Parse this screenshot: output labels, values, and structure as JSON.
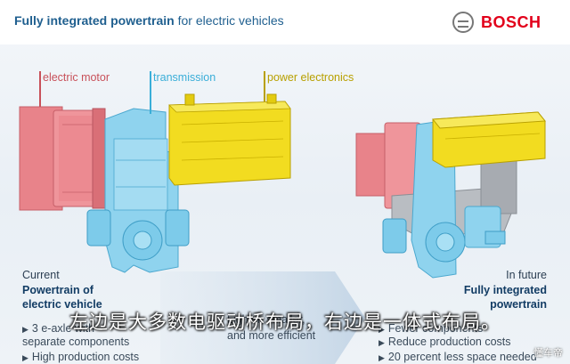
{
  "header": {
    "title_bold": "Fully integrated powertrain",
    "title_rest": " for electric vehicles",
    "brand": "BOSCH"
  },
  "labels": {
    "motor": "electric motor",
    "transmission": "transmission",
    "power": "power electronics"
  },
  "left": {
    "small": "Current",
    "title_line1": "Powertrain of",
    "title_line2": "electric vehicle",
    "bullets": [
      "3 e-axle with",
      "separate components",
      "High production costs"
    ]
  },
  "center": {
    "bullets": [
      "Lighter, smaller,",
      "and more efficient"
    ]
  },
  "right": {
    "small": "In future",
    "title_line1": "Fully integrated",
    "title_line2": "powertrain",
    "bullets": [
      "Fewer components",
      "Reduce production costs",
      "20 percent less space needed"
    ]
  },
  "subtitle": "左边是大多数电驱动桥布局，右边是一体式布局。",
  "watermark": "懂车帝",
  "colors": {
    "motor": "#e8838a",
    "transmission": "#8fd3ee",
    "power": "#f2dc20",
    "brand_red": "#e2001a",
    "title_blue": "#1f5f8f"
  },
  "icons": {
    "brand_logo": "bosch-armature-logo-icon",
    "bullet": "triangle-right-icon"
  }
}
